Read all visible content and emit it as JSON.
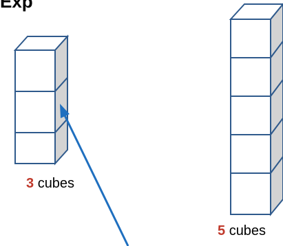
{
  "header": {
    "partial_title": "Exp"
  },
  "stacks": [
    {
      "name": "three-cube-stack",
      "count_text": "3",
      "unit_text": "cubes",
      "cube_count": 3
    },
    {
      "name": "five-cube-stack",
      "count_text": "5",
      "unit_text": "cubes",
      "cube_count": 5
    }
  ],
  "colors": {
    "outline": "#2f5a8c",
    "side_face": "#d3d3d3",
    "count_number": "#c0392b",
    "arrow": "#1f6fbf"
  },
  "icons": {
    "pointer": "arrow-icon"
  }
}
